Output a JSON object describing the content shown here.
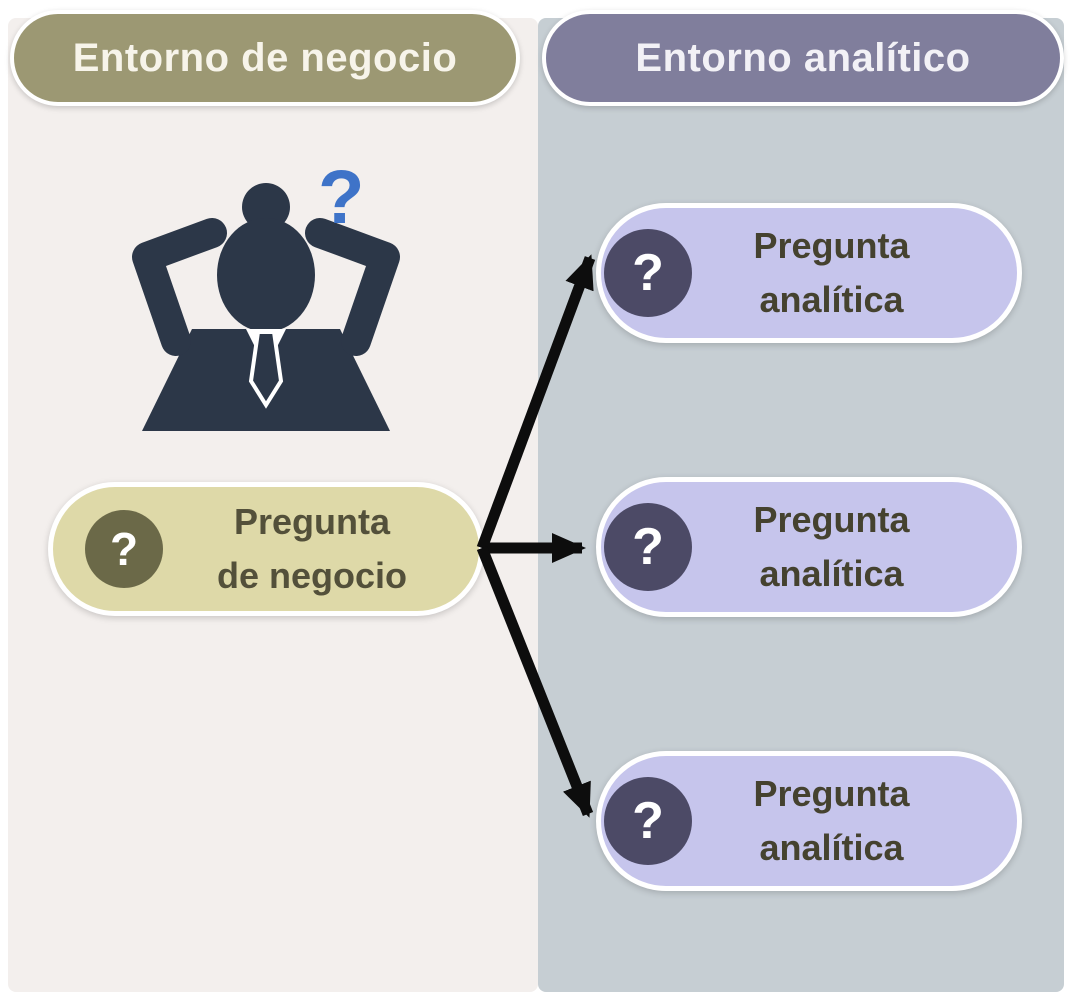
{
  "panels": {
    "business": {
      "header": "Entorno de negocio",
      "question_box": {
        "icon": "?",
        "line1": "Pregunta",
        "line2": "de negocio"
      },
      "figure": {
        "description": "confused-person-silhouette",
        "thinking_question_mark": "?"
      }
    },
    "analytic": {
      "header": "Entorno analítico",
      "boxes": [
        {
          "icon": "?",
          "line1": "Pregunta",
          "line2": "analítica"
        },
        {
          "icon": "?",
          "line1": "Pregunta",
          "line2": "analítica"
        },
        {
          "icon": "?",
          "line1": "Pregunta",
          "line2": "analítica"
        }
      ]
    }
  },
  "colors": {
    "business_header_bg": "#9c9873",
    "analytic_header_bg": "#807e9c",
    "business_panel_bg": "#f3efed",
    "analytic_panel_bg": "#c6ced3",
    "business_box_bg": "#ded9a8",
    "business_circle_bg": "#6b6948",
    "analytic_box_bg": "#c6c5ec",
    "analytic_circle_bg": "#4c4a66",
    "silhouette": "#2c3748",
    "thinking_question_mark_blue": "#3e73c8",
    "arrow": "#0d0d0d"
  }
}
